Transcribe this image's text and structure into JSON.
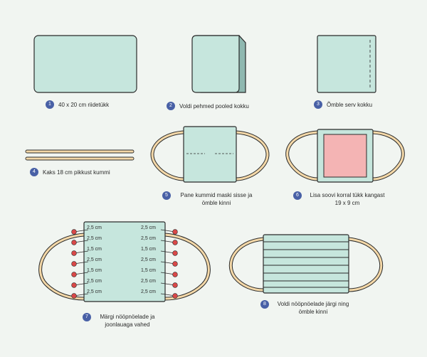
{
  "colors": {
    "background": "#f1f5f1",
    "fabric": "#c6e6dd",
    "fabric_dark": "#8fb8b0",
    "outline": "#2b2b2b",
    "elastic": "#f4d8a8",
    "insert": "#f4b4b4",
    "pin": "#d94848",
    "step_badge": "#4860a6"
  },
  "steps": [
    {
      "num": "1",
      "text": "40 x 20 cm riidetükk"
    },
    {
      "num": "2",
      "text": "Voldi pehmed pooled kokku"
    },
    {
      "num": "3",
      "text": "Õmble serv kokku"
    },
    {
      "num": "4",
      "text": "Kaks 18 cm pikkust kummi"
    },
    {
      "num": "5",
      "text": "Pane kummid maski sisse ja ömble kinni"
    },
    {
      "num": "6",
      "text": "Lisa soovi korral tükk kangast 19 x 9 cm"
    },
    {
      "num": "7",
      "text": "Märgi nööpnöelade ja joonlauaga vahed"
    },
    {
      "num": "8",
      "text": "Voldi nööpnöelade järgi ning ömble kinni"
    }
  ],
  "measurements": {
    "left": [
      "2,5 cm",
      "2,5 cm",
      "1,5 cm",
      "2,5 cm",
      "1,5 cm",
      "2,5 cm",
      "2,5 cm"
    ],
    "right": [
      "2,5 cm",
      "2,5 cm",
      "1,5 cm",
      "2,5 cm",
      "1,5 cm",
      "2,5 cm",
      "2,5 cm"
    ]
  }
}
